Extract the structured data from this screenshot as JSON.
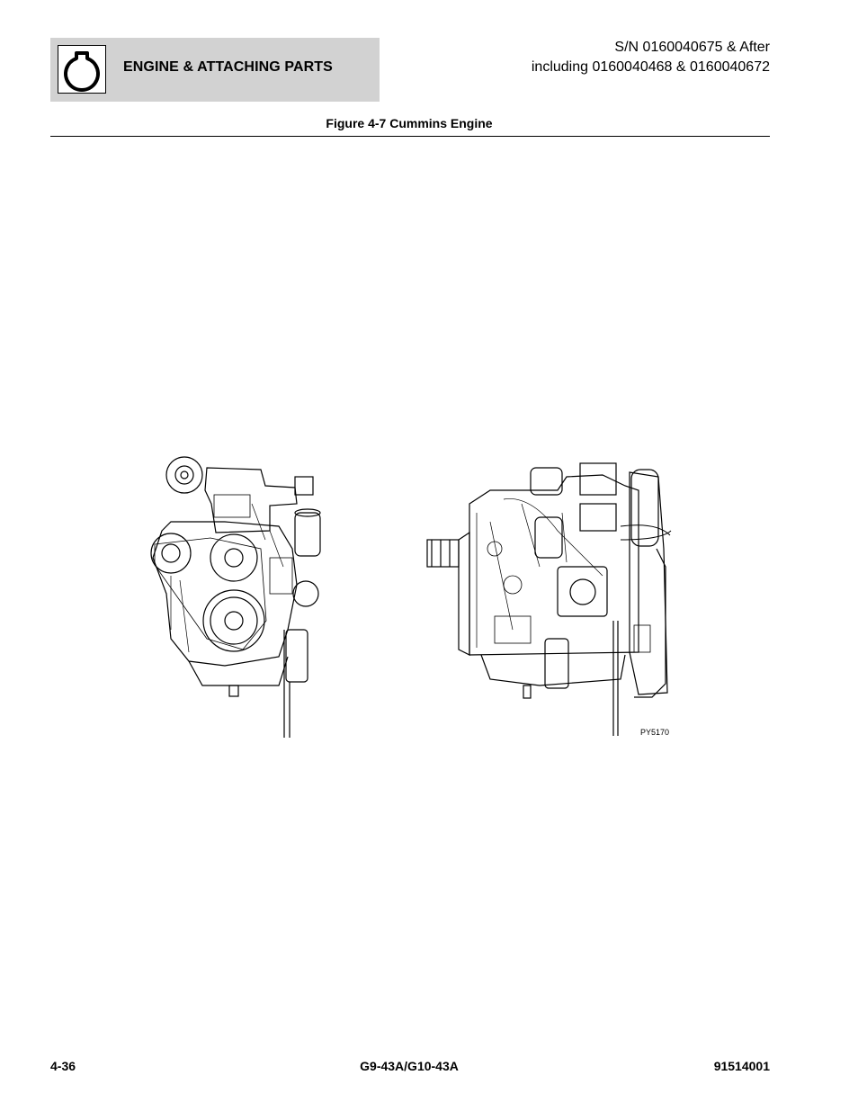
{
  "header": {
    "section_title": "ENGINE & ATTACHING PARTS",
    "icon": "engine-gasket-icon",
    "serial_line1": "S/N 0160040675 & After",
    "serial_line2": "including 0160040468 & 0160040672",
    "box_color": "#d2d2d2"
  },
  "figure": {
    "title": "Figure 4-7 Cummins Engine",
    "code": "PY5170",
    "views": [
      "front-view-engine-illustration",
      "side-view-engine-illustration"
    ]
  },
  "footer": {
    "page_number": "4-36",
    "model": "G9-43A/G10-43A",
    "doc_number": "91514001"
  }
}
